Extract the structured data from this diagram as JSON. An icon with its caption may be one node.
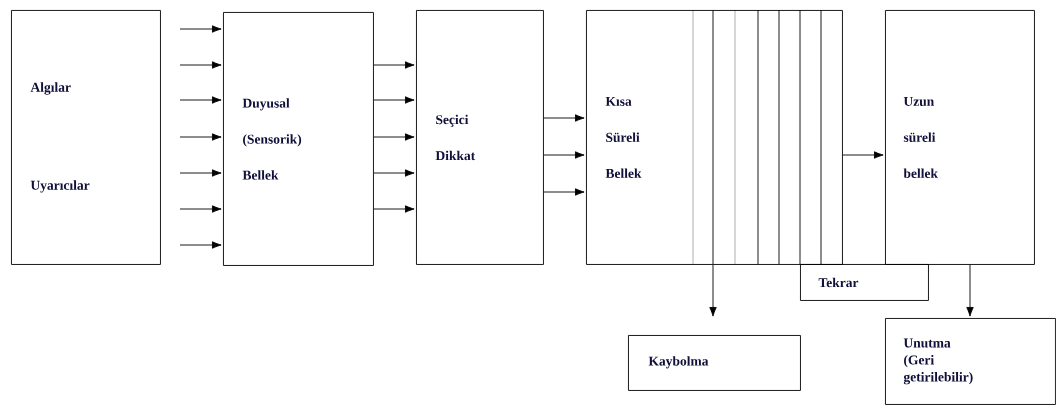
{
  "diagram": {
    "nodes": [
      {
        "text": [
          "Algılar",
          "Uyarıcılar"
        ]
      },
      {
        "text": [
          "Duyusal (Sensorik) Bellek"
        ]
      },
      {
        "text": [
          "Seçici Dikkat"
        ]
      },
      {
        "text": [
          "Kısa Süreli Bellek"
        ]
      },
      {
        "text": [
          "Uzun süreli bellek"
        ]
      },
      {
        "text": [
          "Tekrar"
        ]
      },
      {
        "text": [
          "Kaybolma"
        ]
      },
      {
        "text": [
          "Unutma (Geri getirilebilir)"
        ]
      }
    ],
    "edges": [
      {
        "from": null,
        "to": 1,
        "arrow": "to"
      },
      {
        "from": null,
        "to": 1,
        "arrow": "to"
      },
      {
        "from": null,
        "to": 1,
        "arrow": "to"
      },
      {
        "from": null,
        "to": 1,
        "arrow": "to"
      },
      {
        "from": null,
        "to": 1,
        "arrow": "to"
      },
      {
        "from": null,
        "to": 1,
        "arrow": "to"
      },
      {
        "from": null,
        "to": 1,
        "arrow": "to"
      },
      {
        "from": 1,
        "to": 2,
        "arrow": "to"
      },
      {
        "from": 1,
        "to": 2,
        "arrow": "to"
      },
      {
        "from": 1,
        "to": 2,
        "arrow": "to"
      },
      {
        "from": 1,
        "to": 2,
        "arrow": "to"
      },
      {
        "from": 1,
        "to": 2,
        "arrow": "to"
      },
      {
        "from": 2,
        "to": 3,
        "arrow": "to"
      },
      {
        "from": 2,
        "to": 3,
        "arrow": "to"
      },
      {
        "from": 2,
        "to": 3,
        "arrow": "to"
      },
      {
        "from": 3,
        "to": 4,
        "arrow": "to"
      },
      {
        "from": 3,
        "to": 6,
        "arrow": "to"
      },
      {
        "from": 4,
        "to": 7,
        "arrow": "to"
      }
    ]
  }
}
